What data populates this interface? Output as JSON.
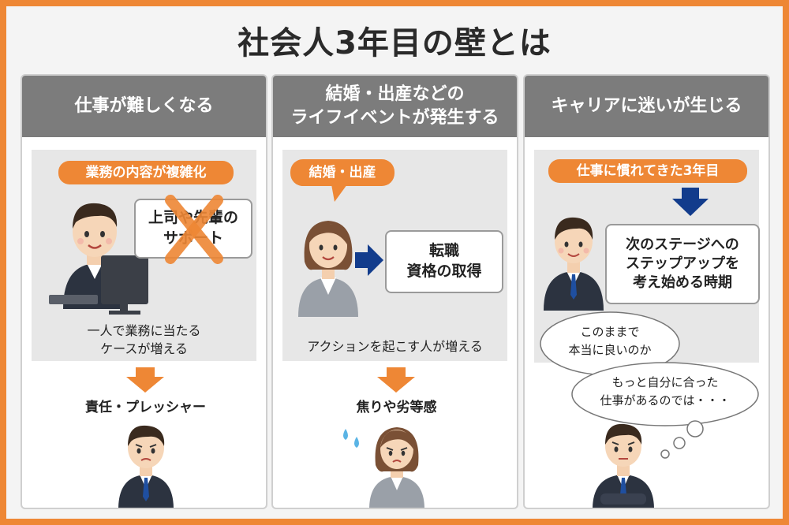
{
  "title": "社会人3年目の壁とは",
  "colors": {
    "accent": "#ee8735",
    "header": "#7c7c7c",
    "navy": "#123c8c"
  },
  "panels": [
    {
      "header": "仕事が難しくなる",
      "tag": "業務の内容が複雑化",
      "callout_line1": "上司や先輩の",
      "callout_line2": "サポート",
      "caption_line1": "一人で業務に当たる",
      "caption_line2": "ケースが増える",
      "result": "責任・プレッシャー"
    },
    {
      "header_line1": "結婚・出産などの",
      "header_line2": "ライフイベントが発生する",
      "tag": "結婚・出産",
      "callout_line1": "転職",
      "callout_line2": "資格の取得",
      "caption": "アクションを起こす人が増える",
      "result": "焦りや劣等感"
    },
    {
      "header": "キャリアに迷いが生じる",
      "tag": "仕事に慣れてきた3年目",
      "callout_line1": "次のステージへの",
      "callout_line2": "ステップアップを",
      "callout_line3": "考え始める時期",
      "thought1_line1": "このままで",
      "thought1_line2": "本当に良いのか",
      "thought2_line1": "もっと自分に合った",
      "thought2_line2": "仕事があるのでは・・・"
    }
  ]
}
